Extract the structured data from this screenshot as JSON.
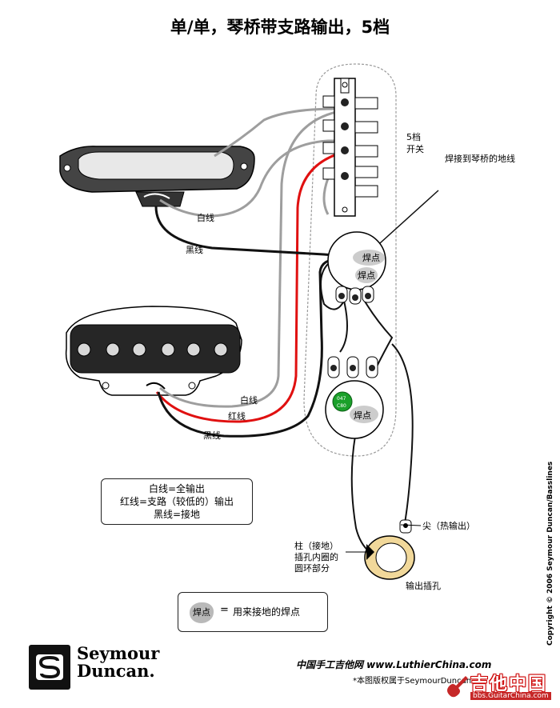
{
  "title": "单/单，琴桥带支路输出，5档",
  "labels": {
    "switch_name": "5档",
    "switch_name2": "开关",
    "bridge_ground": "焊接到琴桥的地线",
    "neck_white": "白线",
    "neck_black": "黑线",
    "bridge_white": "白线",
    "bridge_red": "红线",
    "bridge_black": "黑线",
    "solder_1": "焊点",
    "solder_2": "焊点",
    "solder_3": "焊点",
    "cap_1": "047",
    "cap_2": "C80",
    "tip": "尖（热输出）",
    "sleeve_1": "柱（接地）",
    "sleeve_2": "插孔内圈的",
    "sleeve_3": "圆环部分",
    "jack": "输出插孔"
  },
  "legend": {
    "line1": "白线=全输出",
    "line2": "红线=支路（较低的）输出",
    "line3": "黑线=接地"
  },
  "key": {
    "pad": "焊点",
    "eq": "=",
    "text": "用来接地的焊点"
  },
  "copyright": "Copyright © 2006 Seymour Duncan/Basslines",
  "footer": {
    "site": "中国手工吉他网 www.LuthierChina.com",
    "rights": "*本图版权属于SeymourDuncan"
  },
  "logo": {
    "line1": "Seymour",
    "line2": "Duncan."
  },
  "watermark": {
    "main": "吉他中国",
    "sub": "bbs.GuitarChina.com"
  },
  "colors": {
    "white_wire": "#9e9e9e",
    "red_wire": "#e01010",
    "black_wire": "#111111",
    "cap_green": "#1aa02a",
    "wm_red": "#c62828"
  }
}
